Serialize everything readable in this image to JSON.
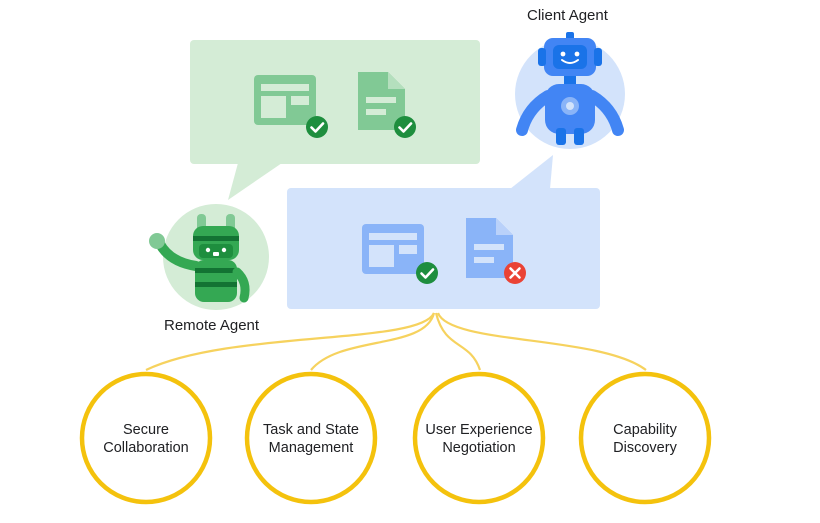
{
  "agents": {
    "client": {
      "label": "Client Agent",
      "icon": "blue-robot-icon"
    },
    "remote": {
      "label": "Remote Agent",
      "icon": "green-robot-icon"
    }
  },
  "bubbles": {
    "remote_message": {
      "color": "#d4ecd6",
      "items": [
        {
          "icon": "table-layout-icon",
          "status": "check"
        },
        {
          "icon": "document-icon",
          "status": "check"
        }
      ]
    },
    "client_message": {
      "color": "#d3e3fb",
      "items": [
        {
          "icon": "table-layout-icon",
          "status": "check"
        },
        {
          "icon": "document-icon",
          "status": "cross"
        }
      ]
    }
  },
  "capabilities": [
    {
      "line1": "Secure",
      "line2": "Collaboration"
    },
    {
      "line1": "Task and State",
      "line2": "Management"
    },
    {
      "line1": "User Experience",
      "line2": "Negotiation"
    },
    {
      "line1": "Capability",
      "line2": "Discovery"
    }
  ],
  "colors": {
    "green_icon": "#81c995",
    "blue_icon": "#8ab4f8",
    "check": "#1e8e3e",
    "cross": "#ea4335",
    "circle_stroke": "#f4c20d",
    "connector": "#f6d25e"
  }
}
